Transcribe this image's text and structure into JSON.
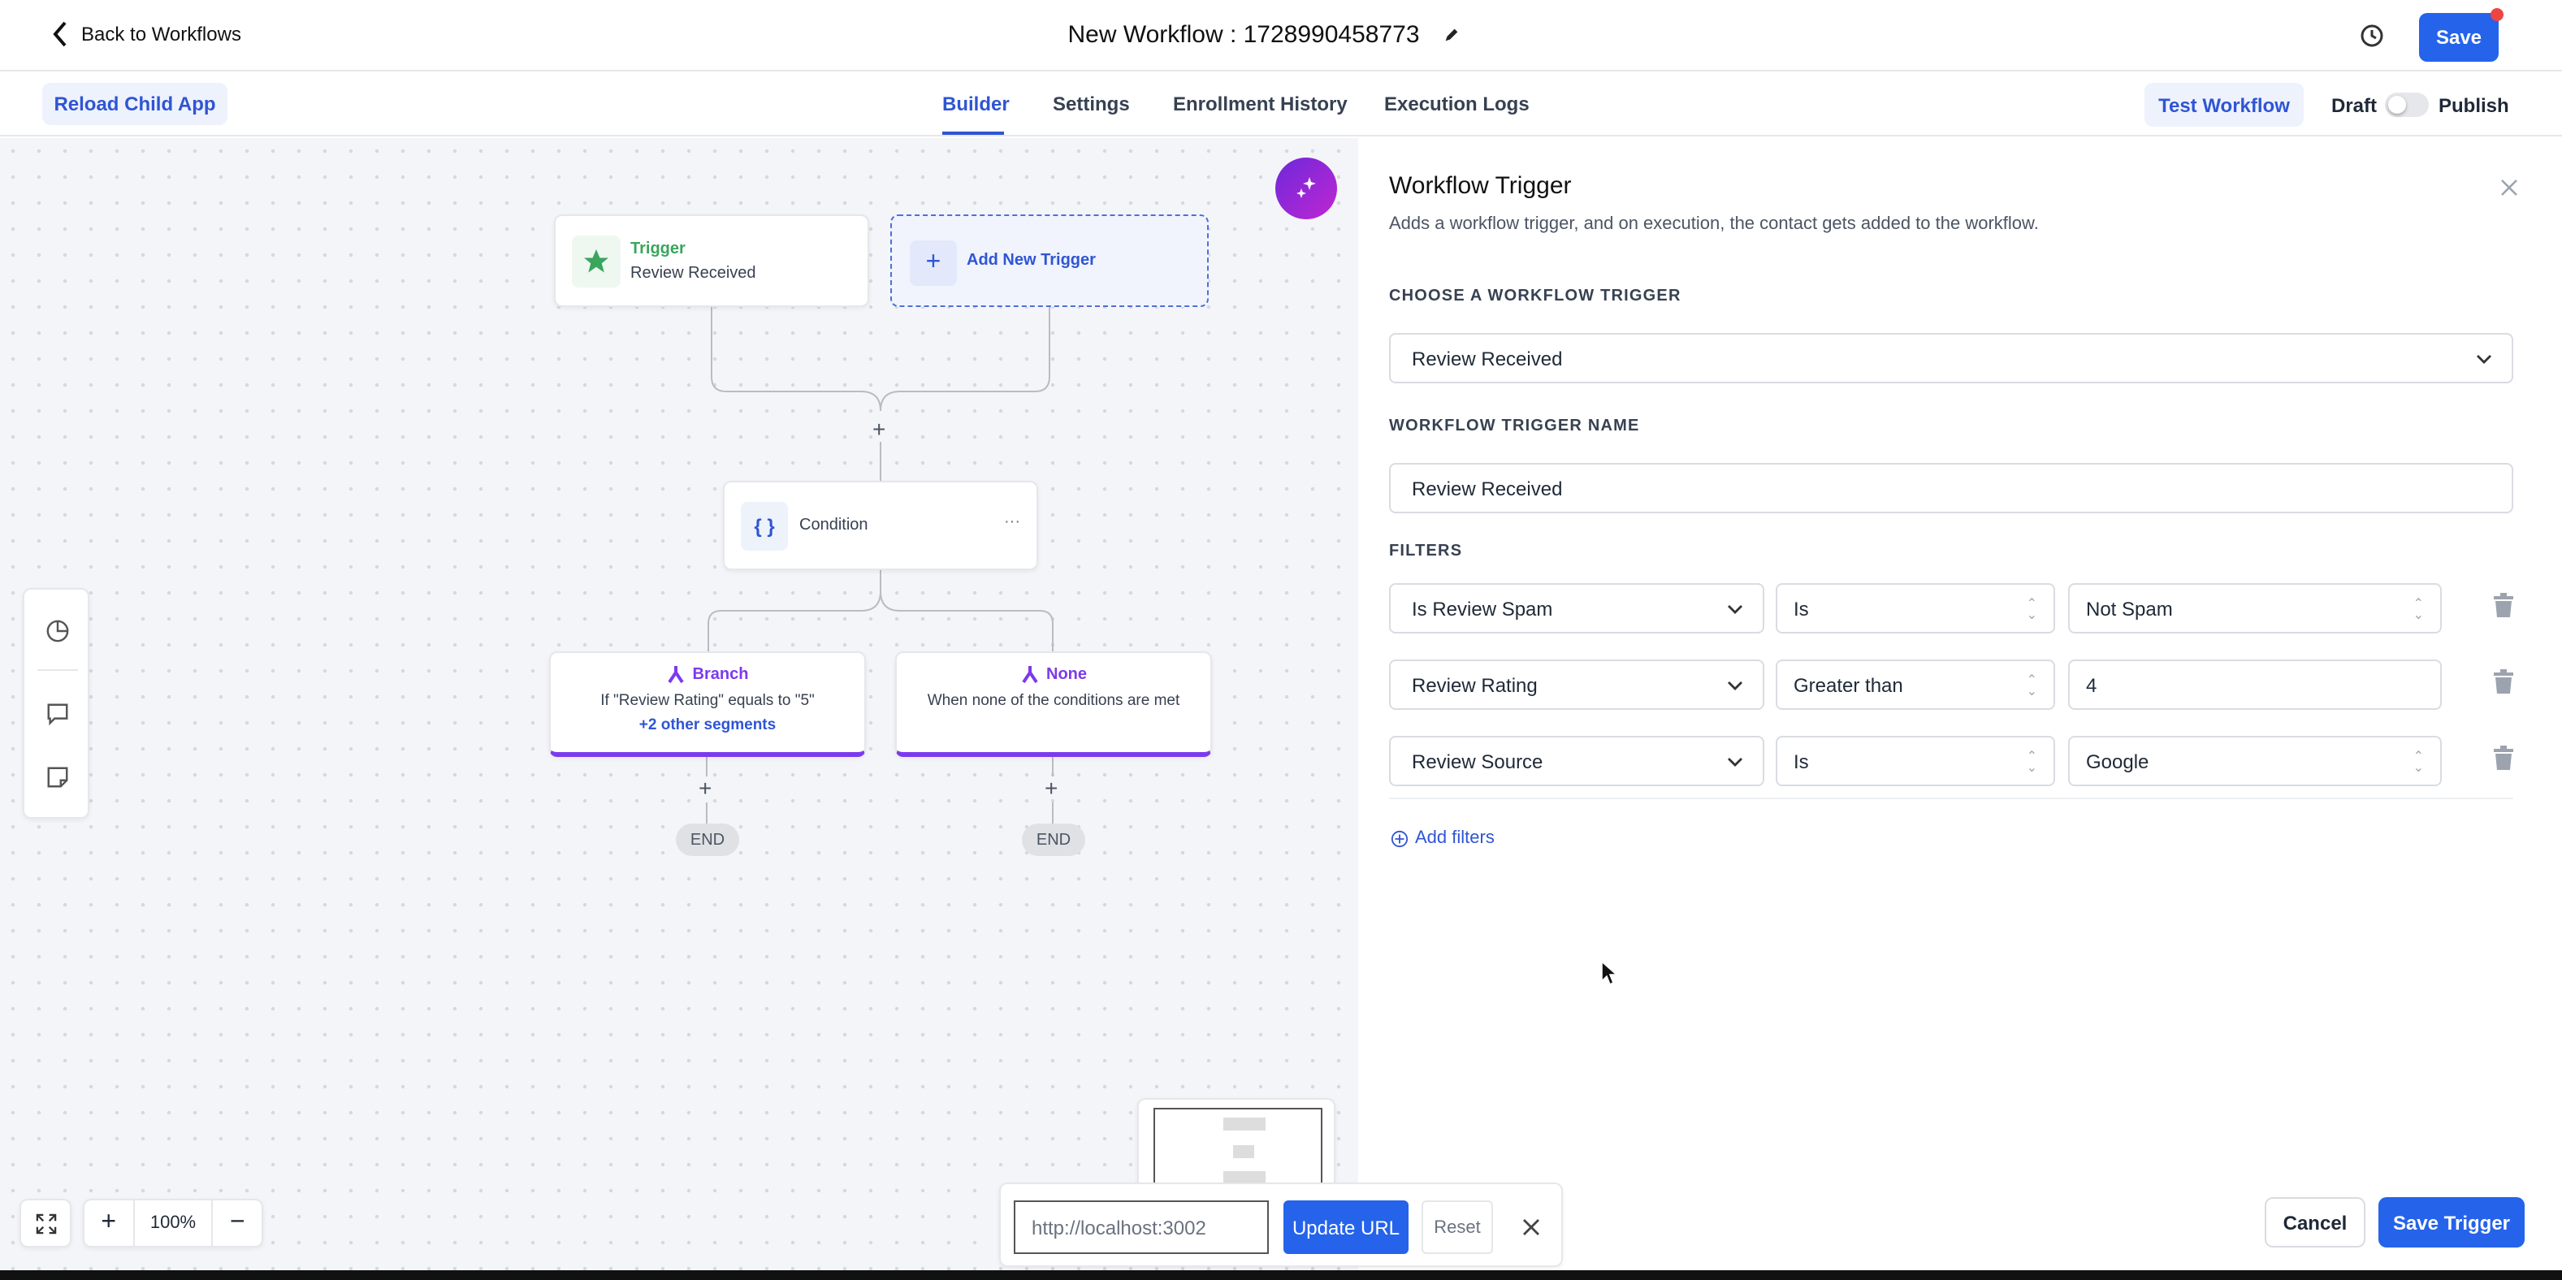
{
  "header": {
    "back_label": "Back to Workflows",
    "title": "New Workflow : 1728990458773",
    "save_label": "Save"
  },
  "subbar": {
    "reload_label": "Reload Child App",
    "tabs": [
      {
        "label": "Builder",
        "active": true
      },
      {
        "label": "Settings"
      },
      {
        "label": "Enrollment History"
      },
      {
        "label": "Execution Logs"
      }
    ],
    "test_label": "Test Workflow",
    "draft_label": "Draft",
    "publish_label": "Publish",
    "publish_on": false
  },
  "canvas": {
    "trigger": {
      "title": "Trigger",
      "subtitle": "Review Received"
    },
    "add_trigger": "Add New Trigger",
    "condition": {
      "label": "Condition",
      "more": "···"
    },
    "branches": [
      {
        "title": "Branch",
        "desc": "If \"Review Rating\" equals to \"5\"",
        "extra": "+2 other segments"
      },
      {
        "title": "None",
        "desc": "When none of the conditions are met"
      }
    ],
    "end_label": "END",
    "zoom": "100%",
    "url_value": "http://localhost:3002",
    "update_url": "Update URL",
    "reset": "Reset"
  },
  "panel": {
    "title": "Workflow Trigger",
    "description": "Adds a workflow trigger, and on execution, the contact gets added to the workflow.",
    "choose_label": "CHOOSE A WORKFLOW TRIGGER",
    "trigger_value": "Review Received",
    "name_label": "WORKFLOW TRIGGER NAME",
    "name_value": "Review Received",
    "filters_label": "FILTERS",
    "filters": [
      {
        "field": "Is Review Spam",
        "operator": "Is",
        "value": "Not Spam"
      },
      {
        "field": "Review Rating",
        "operator": "Greater than",
        "value": "4"
      },
      {
        "field": "Review Source",
        "operator": "Is",
        "value": "Google"
      }
    ],
    "add_filters": "Add filters",
    "cancel": "Cancel",
    "save_trigger": "Save Trigger"
  },
  "colors": {
    "primary": "#2563eb",
    "trigger_green": "#3aa55d",
    "branch_purple": "#7c3aed",
    "ai_gradient": "#a21caf"
  }
}
